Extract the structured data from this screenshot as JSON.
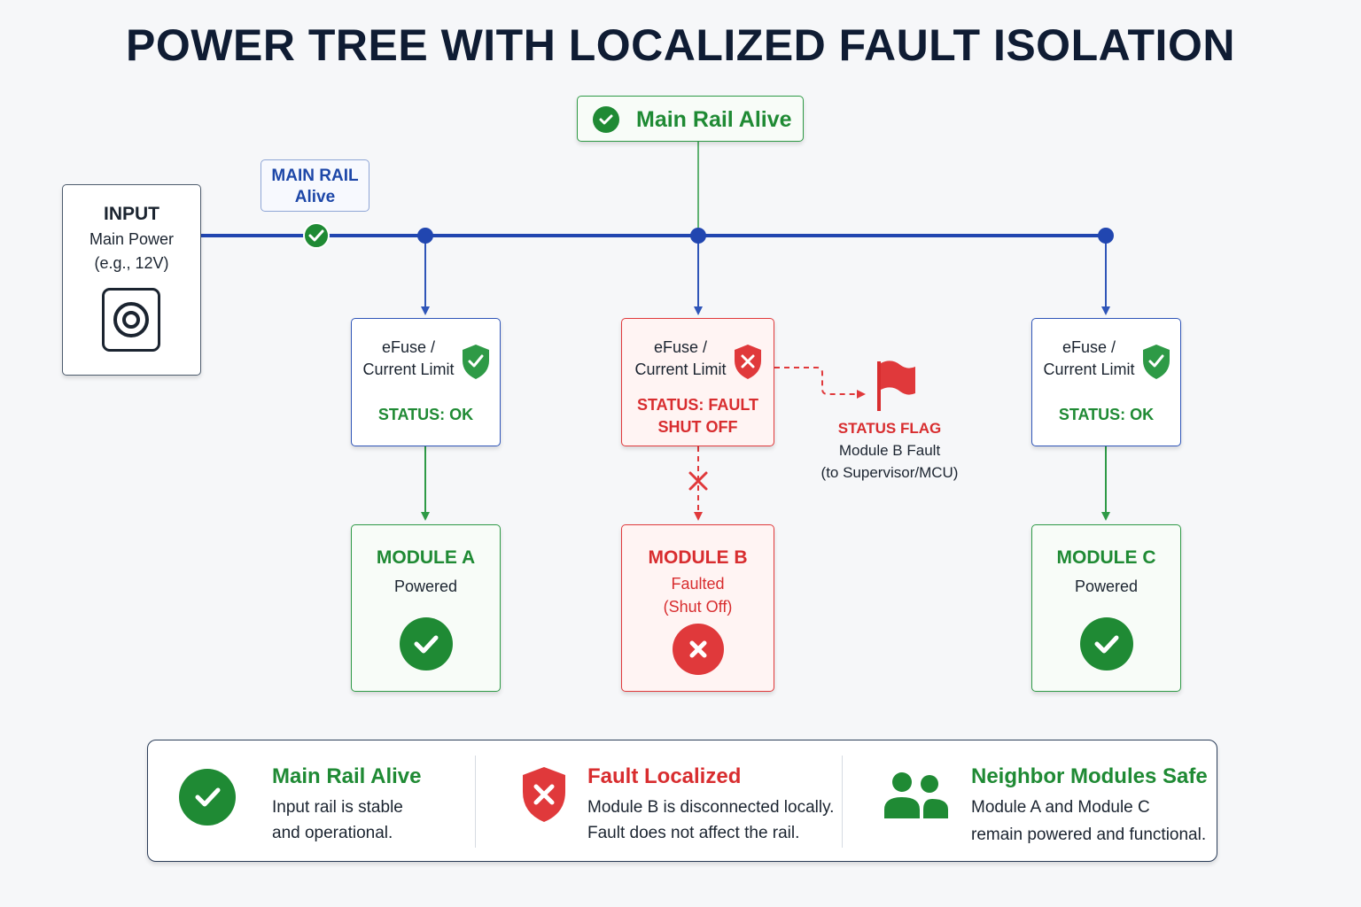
{
  "title": "POWER TREE WITH LOCALIZED FAULT ISOLATION",
  "top_badge": {
    "label": "Main Rail Alive",
    "icon": "check-circle-icon"
  },
  "rail_tag": {
    "line1": "MAIN RAIL",
    "line2": "Alive"
  },
  "input": {
    "heading": "INPUT",
    "line1": "Main Power",
    "line2": "(e.g., 12V)",
    "icon": "power-connector-icon"
  },
  "efuses": [
    {
      "line1": "eFuse /",
      "line2": "Current Limit",
      "status1": "STATUS: OK",
      "status2": "",
      "state": "ok",
      "icon": "shield-check-icon"
    },
    {
      "line1": "eFuse /",
      "line2": "Current Limit",
      "status1": "STATUS: FAULT",
      "status2": "SHUT OFF",
      "state": "fault",
      "icon": "shield-x-icon"
    },
    {
      "line1": "eFuse /",
      "line2": "Current Limit",
      "status1": "STATUS: OK",
      "status2": "",
      "state": "ok",
      "icon": "shield-check-icon"
    }
  ],
  "modules": [
    {
      "name": "MODULE A",
      "line1": "Powered",
      "line2": "",
      "state": "powered",
      "icon": "check-circle-icon"
    },
    {
      "name": "MODULE B",
      "line1": "Faulted",
      "line2": "(Shut Off)",
      "state": "faulted",
      "icon": "x-circle-icon"
    },
    {
      "name": "MODULE C",
      "line1": "Powered",
      "line2": "",
      "state": "powered",
      "icon": "check-circle-icon"
    }
  ],
  "status_flag": {
    "title": "STATUS FLAG",
    "line1": "Module B Fault",
    "line2": "(to Supervisor/MCU)",
    "icon": "red-flag-icon"
  },
  "legend": [
    {
      "title": "Main Rail Alive",
      "line1": "Input rail is stable",
      "line2": "and operational.",
      "icon": "check-circle-icon"
    },
    {
      "title": "Fault Localized",
      "line1": "Module B is disconnected locally.",
      "line2": "Fault does not affect the rail.",
      "icon": "shield-x-icon"
    },
    {
      "title": "Neighbor Modules Safe",
      "line1": "Module A and Module C",
      "line2": "remain powered and functional.",
      "icon": "people-icon"
    }
  ],
  "colors": {
    "green": "#2e9a46",
    "red": "#e0393b",
    "blue": "#2f55b8",
    "navy": "#0f1c33"
  }
}
